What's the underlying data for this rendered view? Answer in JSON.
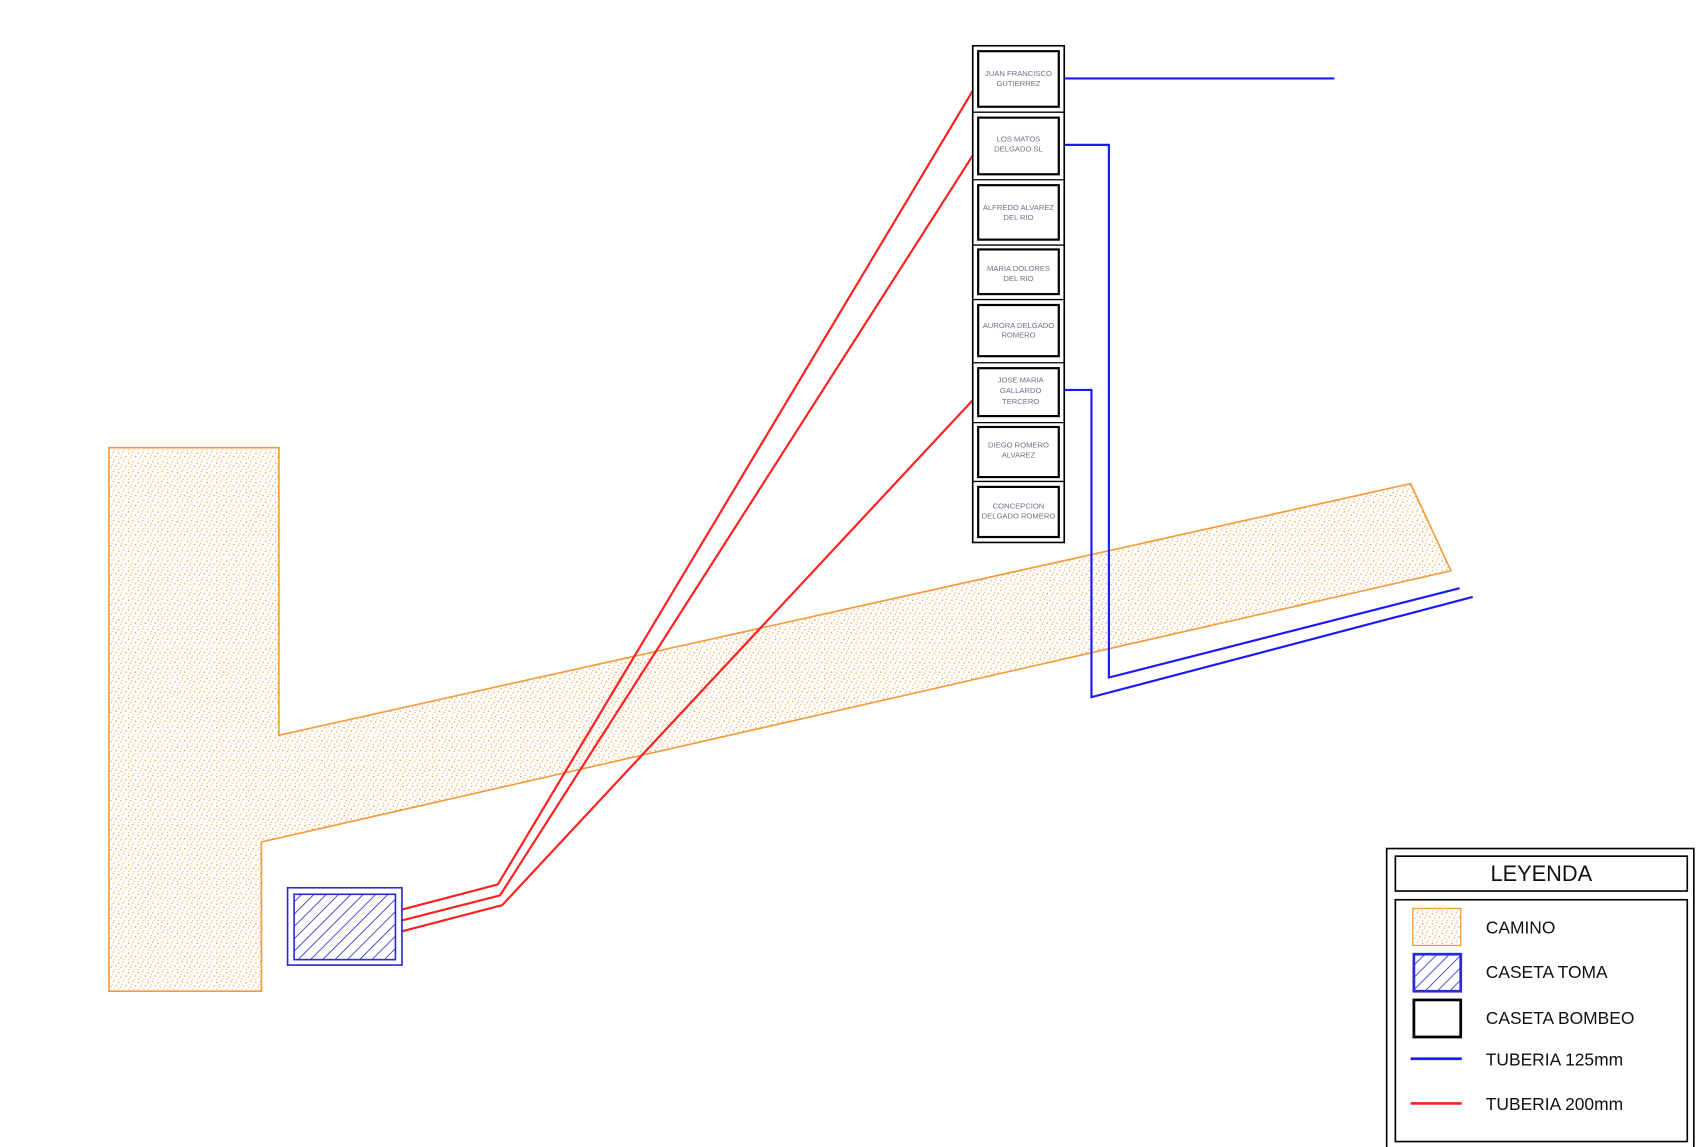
{
  "colors": {
    "road": "#f39a3a",
    "pipe125": "#1a1aff",
    "pipe200": "#ff2020",
    "toma": "#2a2ad8",
    "bombeo": "#000000"
  },
  "plots": [
    {
      "name": "JUAN FRANCISCO",
      "name2": "GUTIERREZ"
    },
    {
      "name": "LOS MATOS",
      "name2": "DELGADO SL"
    },
    {
      "name": "ALFREDO ALVAREZ",
      "name2": "DEL RIO"
    },
    {
      "name": "MARIA DOLORES",
      "name2": "DEL RIO"
    },
    {
      "name": "AURORA DELGADO",
      "name2": "ROMERO"
    },
    {
      "name": "JOSE MARIA",
      "name2": "GALLARDO",
      "name3": "TERCERO"
    },
    {
      "name": "DIEGO ROMERO",
      "name2": "ALVAREZ"
    },
    {
      "name": "CONCEPCION",
      "name2": "DELGADO ROMERO"
    }
  ],
  "legend": {
    "title": "LEYENDA",
    "items": [
      {
        "label": "CAMINO",
        "icon": "road-swatch"
      },
      {
        "label": "CASETA TOMA",
        "icon": "hatched-swatch"
      },
      {
        "label": "CASETA BOMBEO",
        "icon": "box-swatch"
      },
      {
        "label": "TUBERIA 125mm",
        "icon": "blue-line"
      },
      {
        "label": "TUBERIA 200mm",
        "icon": "red-line"
      }
    ]
  }
}
